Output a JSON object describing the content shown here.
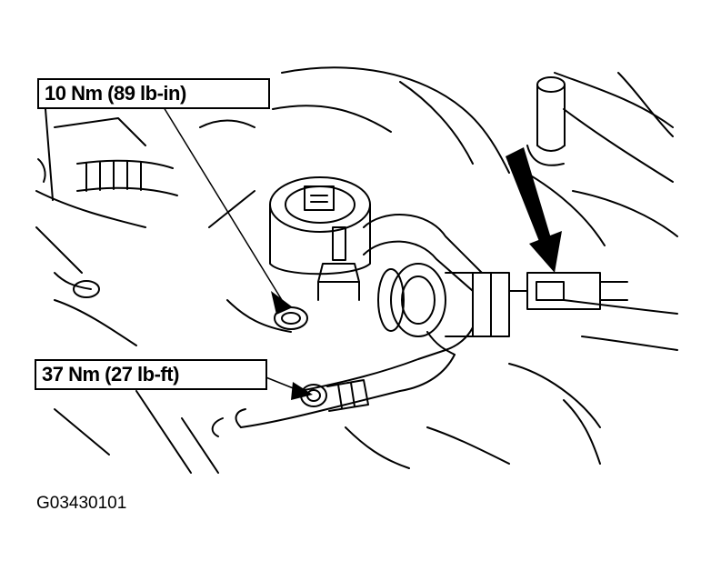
{
  "callouts": {
    "upper_torque": "10 Nm (89 lb-in)",
    "lower_torque": "37 Nm (27 lb-ft)"
  },
  "figure_id": "G03430101",
  "colors": {
    "ink": "#000000",
    "paper": "#ffffff"
  },
  "icons": {
    "pointer": "solid-arrow-down-icon"
  }
}
